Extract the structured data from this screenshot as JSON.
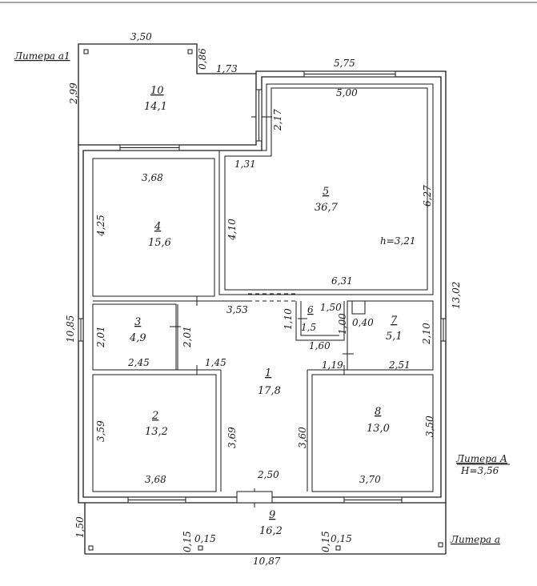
{
  "literas": {
    "a1": "Литера а1",
    "A": "Литера А",
    "A_height": "Н=3,56",
    "a": "Литера а"
  },
  "rooms": [
    {
      "num": "10",
      "area": "14,1"
    },
    {
      "num": "5",
      "area": "36,7"
    },
    {
      "num": "4",
      "area": "15,6"
    },
    {
      "num": "3",
      "area": "4,9"
    },
    {
      "num": "6",
      "area": "1,5"
    },
    {
      "num": "7",
      "area": "5,1"
    },
    {
      "num": "1",
      "area": "17,8"
    },
    {
      "num": "2",
      "area": "13,2"
    },
    {
      "num": "8",
      "area": "13,0"
    },
    {
      "num": "9",
      "area": "16,2"
    }
  ],
  "room5_height": "h=3,21",
  "dims": {
    "d_3_50": "3,50",
    "d_0_86": "0,86",
    "d_1_73": "1,73",
    "d_5_75": "5,75",
    "d_5_00": "5,00",
    "d_2_99": "2,99",
    "d_2_17": "2,17",
    "d_1_31": "1,31",
    "d_3_68_top": "3,68",
    "d_4_25": "4,25",
    "d_4_10": "4,10",
    "d_6_27": "6,27",
    "d_6_31": "6,31",
    "d_13_02": "13,02",
    "d_10_85": "10,85",
    "d_3_53": "3,53",
    "d_1_50": "1,50",
    "d_1_10": "1,10",
    "d_1_5": "1,5",
    "d_1_00": "1,00",
    "d_0_40": "0,40",
    "d_2_10": "2,10",
    "d_1_60": "1,60",
    "d_2_01_left": "2,01",
    "d_2_01_right": "2,01",
    "d_2_45": "2,45",
    "d_1_45": "1,45",
    "d_1_19": "1,19",
    "d_2_51": "2,51",
    "d_3_59": "3,59",
    "d_3_69": "3,69",
    "d_3_60": "3,60",
    "d_3_50_right": "3,50",
    "d_3_68_bottom": "3,68",
    "d_2_50": "2,50",
    "d_3_70": "3,70",
    "d_1_50_left": "1,50",
    "d_0_15_a": "0,15",
    "d_0_15_b": "0,15",
    "d_0_15_c": "0,15",
    "d_0_15_d": "0,15",
    "d_10_87": "10,87"
  }
}
